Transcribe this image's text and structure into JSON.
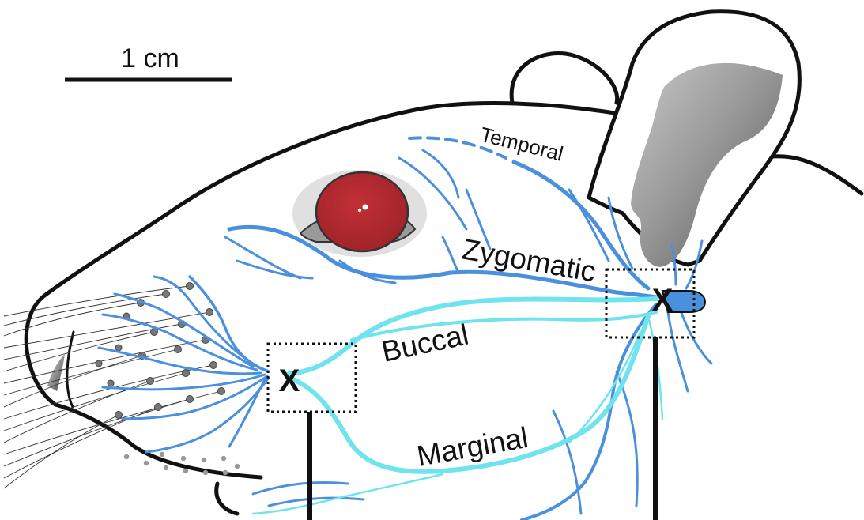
{
  "scale_bar": {
    "label": "1 cm"
  },
  "nerve_labels": {
    "temporal": "Temporal",
    "zygomatic": "Zygomatic",
    "buccal": "Buccal",
    "marginal": "Marginal"
  },
  "cut_markers": {
    "posterior": "X",
    "anterior": "X"
  },
  "colors": {
    "outline": "#111111",
    "nerve_dark": "#4a90dc",
    "nerve_light": "#6fe3ee",
    "eye": "#b3282d",
    "ear_shade": "#7a7a7a"
  }
}
